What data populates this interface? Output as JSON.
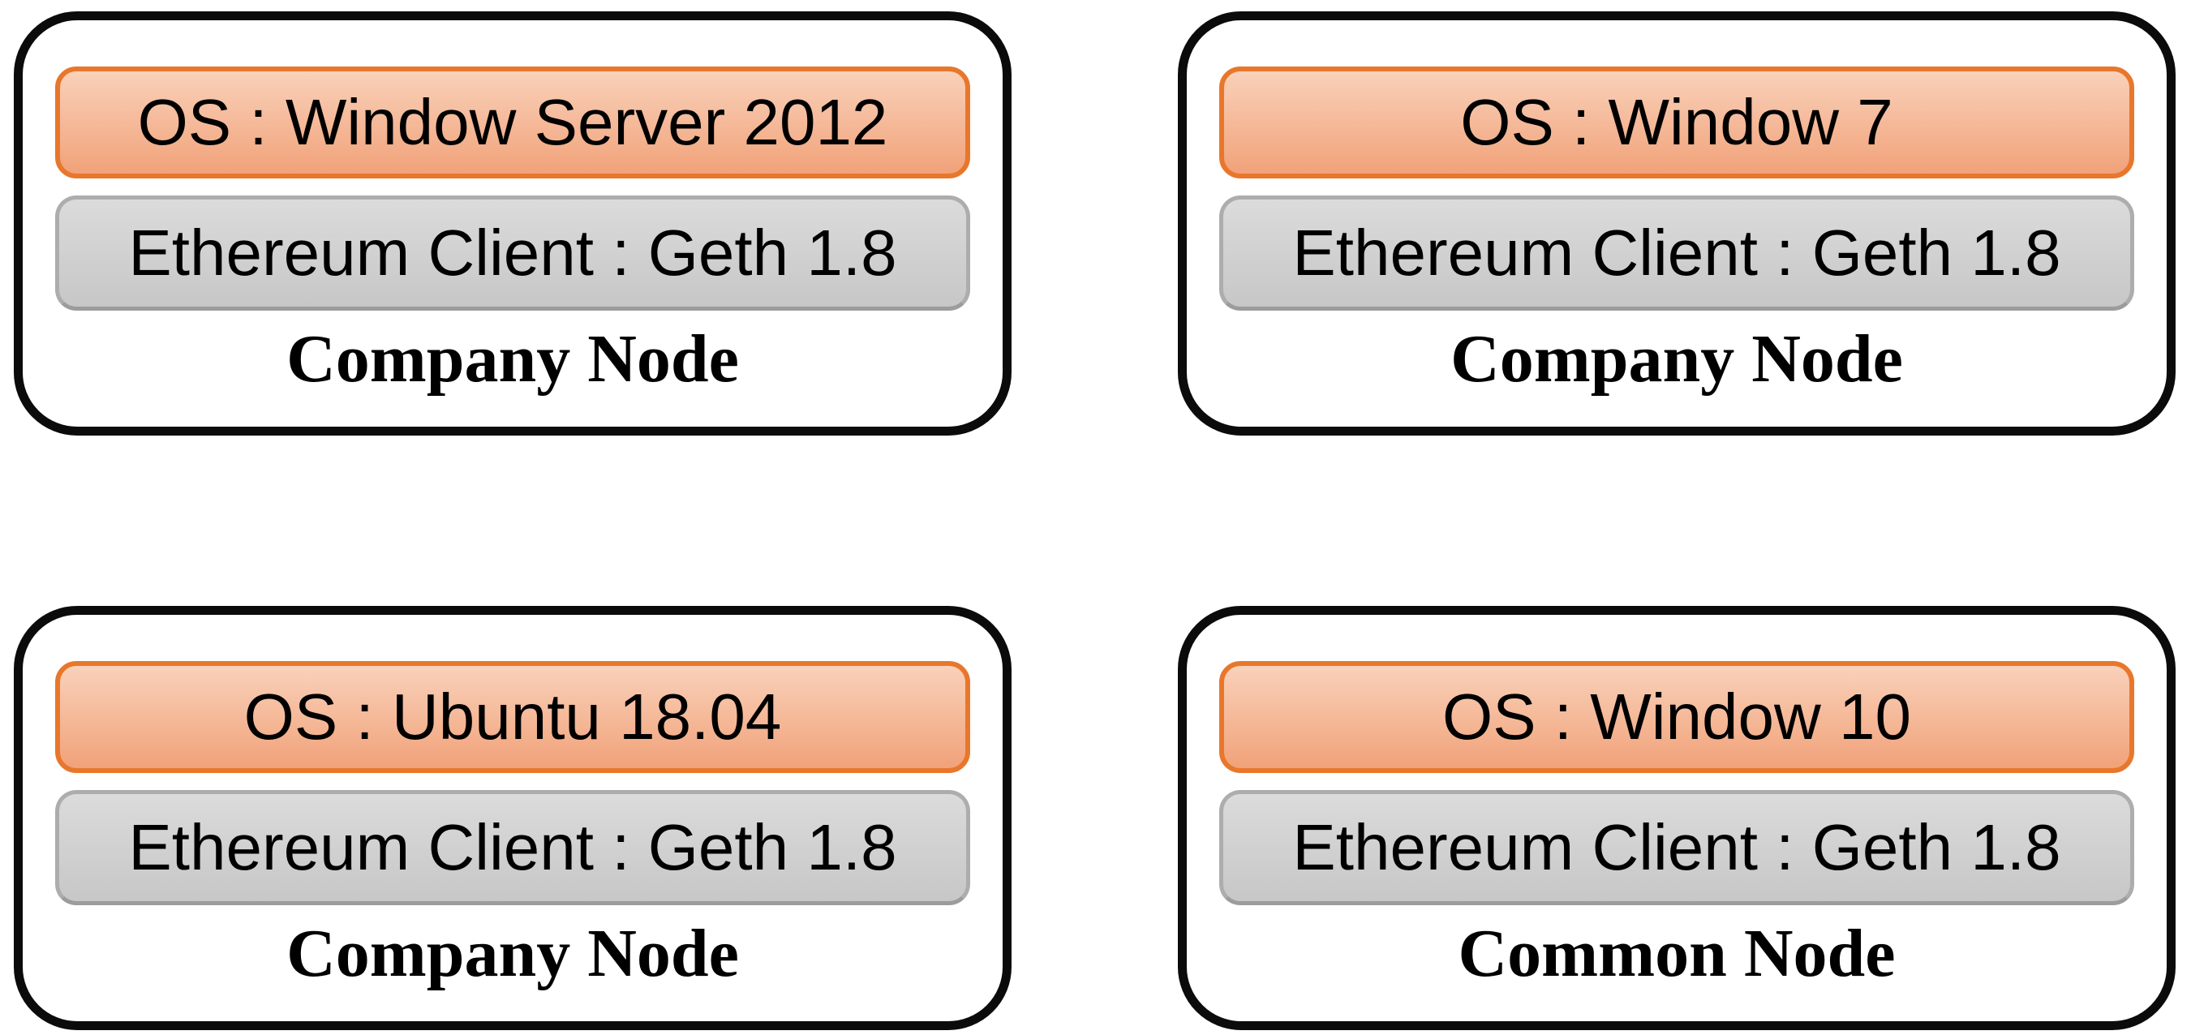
{
  "palette": {
    "box_border": "#0b0b0b",
    "os_border": "#e8772c",
    "os_fill_top": "#f9d1ba",
    "os_fill_bottom": "#f1a279",
    "client_border": "#adadad",
    "client_border_bottom": "#9c9c9c",
    "client_fill_top": "#dbdbdb",
    "client_fill_bottom": "#c7c7c7",
    "text": "#000000",
    "background": "#ffffff"
  },
  "nodes": [
    {
      "position": "top-left",
      "os_label": "OS : Window Server 2012",
      "client_label": "Ethereum Client : Geth 1.8",
      "node_type": "Company Node"
    },
    {
      "position": "top-right",
      "os_label": "OS : Window 7",
      "client_label": "Ethereum Client : Geth 1.8",
      "node_type": "Company Node"
    },
    {
      "position": "bottom-left",
      "os_label": "OS : Ubuntu 18.04",
      "client_label": "Ethereum Client : Geth 1.8",
      "node_type": "Company Node"
    },
    {
      "position": "bottom-right",
      "os_label": "OS : Window 10",
      "client_label": "Ethereum Client : Geth 1.8",
      "node_type": "Common Node"
    }
  ]
}
